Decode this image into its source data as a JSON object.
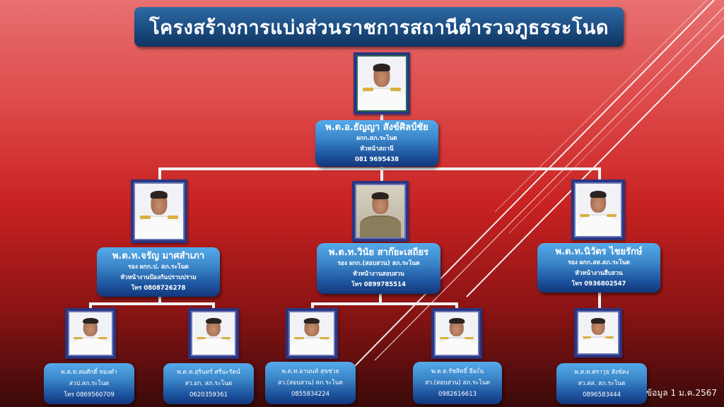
{
  "title": "โครงสร้างการแบ่งส่วนราชการสถานีตำรวจภูธรระโนด",
  "chief": {
    "name": "พ.ต.อ.ธัญญา  สังข์ศิลป์ชัย",
    "position": "ผกก.สภ.ระโนด",
    "role": "หัวหน้าสถานี",
    "phone": "081 9695438"
  },
  "deputies": [
    {
      "name": "พ.ต.ท.จรัญ  มาศสำเภา",
      "position": "รอง ผกก.ป. สภ.ระโนด",
      "role": "หัวหน้างานป้องกันปราบปราม",
      "phone": "โทร 0808726278"
    },
    {
      "name": "พ.ต.ท.วินัย   สาก๊ยะเสถียร",
      "position": "รอง ผกก.(สอบสวน)  สภ.ระโนด",
      "role": "หัวหน้างานสอบสวน",
      "phone": "โทร 0899785514"
    },
    {
      "name": "พ.ต.ท.นิวัตร   ไชยรักษ์",
      "position": "รอง  ผกก.สส.สภ.ระโนด",
      "role": "หัวหน้างานสืบสวน",
      "phone": "โทร 0936802547"
    }
  ],
  "staff": [
    {
      "name": "พ.ต.ท.สมศักดิ์  ทองคำ",
      "position": "สวป.สภ.ระโนด",
      "phone": "โทร 0869560709"
    },
    {
      "name": "พ.ต.ท.สุรินทร์ ศรีนะรัตน์",
      "position": "สว.อก. สภ.ระโนด",
      "phone": "0620359361"
    },
    {
      "name": "พ.ต.ท.อานนท์  สุขช่วย",
      "position": "สว.(สอบสวน) สภ.ระโนด",
      "phone": "0855834224"
    },
    {
      "name": "พ.ต.ต.รัชสิทธิ์  ฮีอะั่น",
      "position": "สว.(สอบสวน) สภ.ระโนด",
      "phone": "0982616613"
    },
    {
      "name": "พ.ต.ท.ศราวุธ  สังข์คง",
      "position": "สว.สส. สภ.ระโนด",
      "phone": "0896583444"
    }
  ],
  "footer_note": "ข้อมูล 1 ม.ค.2567",
  "colors": {
    "title_bg": "#1d4f84",
    "card_top": "#55aaea",
    "card_bottom": "#13377a",
    "frame": "#2c3580",
    "bg_top": "#e87070",
    "bg_bottom": "#3a0a0a"
  }
}
